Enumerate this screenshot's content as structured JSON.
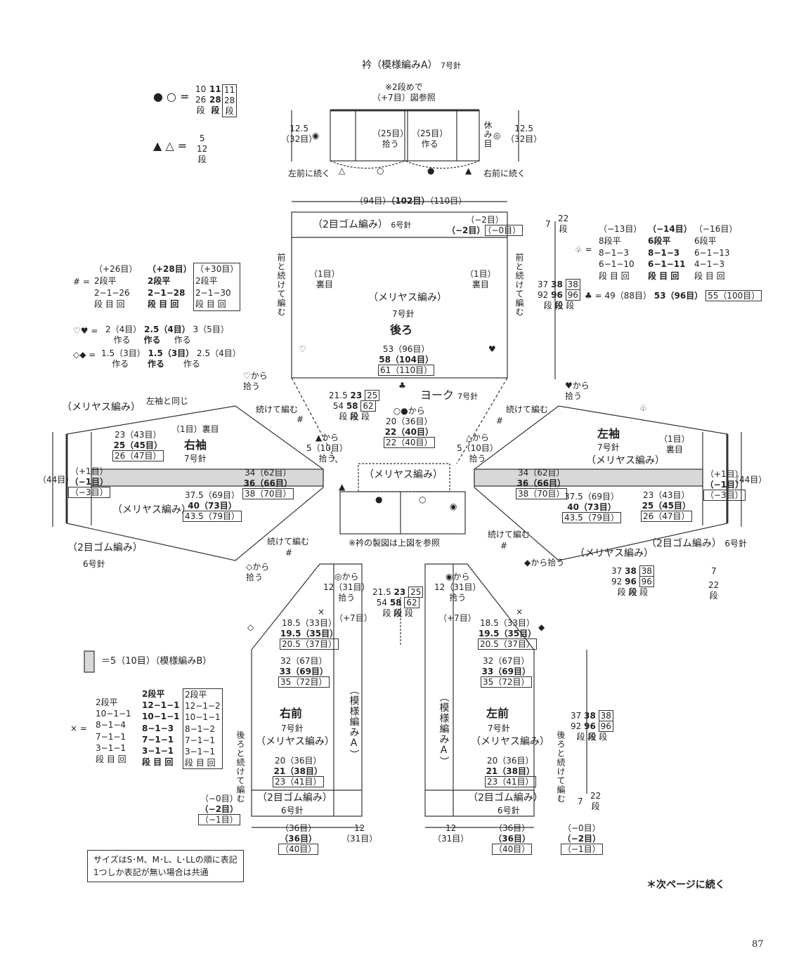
{
  "collar": {
    "title": "衿（模様編みA）",
    "needle": "7号針",
    "note_line1": "※2段めで",
    "note_line2": "（+7目）図参照",
    "left_w": "12.5",
    "left_st": "（32目）",
    "right_w": "12.5",
    "right_st": "（32目）",
    "pick_left_n": "（25目）",
    "pick_left_t": "拾う",
    "pick_right_n": "（25目）",
    "pick_right_t": "作る",
    "rest_label": "休み目",
    "cont_left": "左前に続く",
    "cont_right": "右前に続く"
  },
  "legend_circle": {
    "sym": "● ○ =",
    "c1a": "10",
    "c1b": "26",
    "c1c": "段",
    "c2a": "11",
    "c2b": "28",
    "c2c": "段",
    "c3a": "11",
    "c3b": "28",
    "c3c": "段"
  },
  "legend_triangle": {
    "sym": "▲ △ =",
    "a": "5",
    "b": "12",
    "c": "段"
  },
  "legend_hash": {
    "sym": "# =",
    "h1": "（+26目）",
    "h2": "（+28目）",
    "h3": "（+30目）",
    "r1a": "2段平",
    "r1b": "2段平",
    "r1c": "2段平",
    "r2a": "2−1−26",
    "r2b": "2−1−28",
    "r2c": "2−1−30",
    "r3a": "段 目 回",
    "r3b": "段 目 回",
    "r3c": "段 目 回"
  },
  "legend_heart": {
    "sym": "♡♥ =",
    "a": "2（4目）",
    "b": "2.5（4目）",
    "c": "3（5目）",
    "ta": "作る",
    "tb": "作る",
    "tc": "作る"
  },
  "legend_diamond": {
    "sym": "◇◆ =",
    "a": "1.5（3目）",
    "b": "1.5（3目）",
    "c": "2.5（4目）",
    "ta": "作る",
    "tb": "作る",
    "tc": "作る"
  },
  "legend_club_open": {
    "sym": "♧ =",
    "h1": "（−13目）",
    "h2": "（−14目）",
    "h3": "（−16目）",
    "r1a": "8段平",
    "r1b": "6段平",
    "r1c": "6段平",
    "r2a": "8−1−3",
    "r2b": "8−1−3",
    "r2c": "6−1−13",
    "r3a": "6−1−10",
    "r3b": "6−1−11",
    "r3c": "4−1−3",
    "r4a": "段 目 回",
    "r4b": "段 目 回",
    "r4c": "段 目 回"
  },
  "legend_club": {
    "sym": "♣ =",
    "a": "49（88目）",
    "b": "53（96目）",
    "c": "55（100目）"
  },
  "back": {
    "top": "（94目）",
    "top_b": "（102目）",
    "top_c": "（110目）",
    "rib": "（2目ゴム編み）",
    "rib_needle": "6号針",
    "dec_a": "（−2目）",
    "dec_b": "（−2目）",
    "dec_c": "（−0目）",
    "purl_l_n": "（1目）",
    "purl_l_t": "裏目",
    "purl_r_n": "（1目）",
    "purl_r_t": "裏目",
    "side_l": "前と続けて編む",
    "side_r": "前と続けて編む",
    "stitch": "（メリヤス編み）",
    "needle": "7号針",
    "name": "後ろ",
    "w_a": "53（96目）",
    "w_b": "58（104目）",
    "w_c": "61（110目）",
    "len_a": "7",
    "len_b": "22",
    "len_c": "段",
    "h_a1": "37",
    "h_a2": "92",
    "h_b1": "38",
    "h_b2": "96",
    "h_c1": "38",
    "h_c2": "96",
    "h_u": "段"
  },
  "yoke": {
    "name": "ヨーク",
    "needle": "7号針",
    "h_a1": "21.5",
    "h_a2": "54",
    "h_b1": "23",
    "h_b2": "58",
    "h_c1": "25",
    "h_c2": "62",
    "h_u": "段",
    "pick_from": "○●から",
    "pick_a": "20（36目）",
    "pick_b": "22（40目）",
    "pick_c": "22（40目）",
    "stitch": "（メリヤス編み）",
    "note": "※衿の製図は上図を参照",
    "tri_left": "▲から",
    "tri_left_n": "5（10目）",
    "tri_left_t": "拾う",
    "tri_right": "△から",
    "tri_right_n": "5（10目）",
    "tri_right_t": "拾う",
    "heart_open": "♡から拾う",
    "heart_fill": "♥から拾う",
    "cont1": "続けて編む",
    "cont2": "続けて編む",
    "cont3": "続けて編む",
    "cont4": "続けて編む",
    "hash": "#"
  },
  "right_sleeve": {
    "stitch_top": "（メリヤス編み）",
    "same": "左袖と同じ",
    "w_a": "23（43目）",
    "w_b": "25（45目）",
    "w_c": "26（47目）",
    "purl": "（1目）裏目",
    "name": "右袖",
    "needle": "7号針",
    "cuff_w": "（44目）",
    "cuff_a": "（+1目）",
    "cuff_b": "（−1目）",
    "cuff_c": "（−3目）",
    "mid_a": "34（62目）",
    "mid_b": "36（66目）",
    "mid_c": "38（70目）",
    "low_a": "37.5（69目）",
    "low_b": "40（73目）",
    "low_c": "43.5（79目）",
    "stitch_bot": "（メリヤス編み）",
    "rib": "（2目ゴム編み）",
    "rib_needle": "6号針",
    "diamond": "◇から拾う"
  },
  "left_sleeve": {
    "name": "左袖",
    "needle": "7号針",
    "stitch": "（メリヤス編み）",
    "purl_n": "（1目）",
    "purl_t": "裏目",
    "mid_a": "34（62目）",
    "mid_b": "36（66目）",
    "mid_c": "38（70目）",
    "low_a": "37.5（69目）",
    "low_b": "40（73目）",
    "low_c": "43.5（79目）",
    "w_a": "23（43目）",
    "w_b": "25（45目）",
    "w_c": "26（47目）",
    "cuff_w": "（44目）",
    "cuff_a": "（+1目）",
    "cuff_b": "（−1目）",
    "cuff_c": "（−3目）",
    "stitch_bot": "（メリヤス編み）",
    "rib": "（2目ゴム編み）",
    "rib_needle": "6号針",
    "diamond": "◆から拾う",
    "h_a1": "37",
    "h_a2": "92",
    "h_b1": "38",
    "h_b2": "96",
    "h_c1": "38",
    "h_c2": "96",
    "h_u": "段",
    "len_a": "7",
    "len_b": "22",
    "len_c": "段"
  },
  "legend_pattern": {
    "text": "＝5（10目）（模様編みB）"
  },
  "legend_x": {
    "sym": "× =",
    "r1a": "2段平",
    "r1b": "2段平",
    "r1c": "2段平",
    "r2a": "10−1−1",
    "r2b": "12−1−1",
    "r2c": "12−1−2",
    "r3a": "8−1−4",
    "r3b": "10−1−1",
    "r3c": "10−1−1",
    "r4a": "7−1−1",
    "r4b": "8−1−3",
    "r4c": "8−1−2",
    "r5a": "3−1−1",
    "r5b": "7−1−1",
    "r5c": "7−1−1",
    "r6a": "段 目 回",
    "r6b": "3−1−1",
    "r6c": "3−1−1",
    "r7b": "段 目 回",
    "r7c": "段 目 回"
  },
  "right_front": {
    "pick_from": "◎から",
    "pick_n": "12（31目）",
    "pick_t": "拾う",
    "plus": "（+7目）",
    "sh_a": "18.5（33目）",
    "sh_b": "19.5（35目）",
    "sh_c": "20.5（37目）",
    "w_a": "32（67目）",
    "w_b": "33（69目）",
    "w_c": "35（72目）",
    "name": "右前",
    "needle": "7号針",
    "stitch": "（メリヤス編み）",
    "band": "（模様編みA）",
    "side": "後ろと続けて編む",
    "b_a": "20（36目）",
    "b_b": "21（38目）",
    "b_c": "23（41目）",
    "rib": "（2目ゴム編み）",
    "rib_needle": "6号針",
    "dec_a": "（−0目）",
    "dec_b": "（−2目）",
    "dec_c": "（−1目）",
    "bw_a": "（36目）",
    "bw_b": "（36目）",
    "bw_c": "（40目）",
    "band_w": "12",
    "band_st": "（31目）",
    "h_a1": "21.5",
    "h_a2": "54",
    "h_b1": "23",
    "h_b2": "58",
    "h_c1": "25",
    "h_c2": "62",
    "h_u": "段"
  },
  "left_front": {
    "pick_from": "◉から",
    "pick_n": "12（31目）",
    "pick_t": "拾う",
    "plus": "（+7目）",
    "sh_a": "18.5（33目）",
    "sh_b": "19.5（35目）",
    "sh_c": "20.5（37目）",
    "w_a": "32（67目）",
    "w_b": "33（69目）",
    "w_c": "35（72目）",
    "name": "左前",
    "needle": "7号針",
    "stitch": "（メリヤス編み）",
    "band": "（模様編みA）",
    "side": "後ろと続けて編む",
    "b_a": "20（36目）",
    "b_b": "21（38目）",
    "b_c": "23（41目）",
    "rib": "（2目ゴム編み）",
    "rib_needle": "6号針",
    "dec_a": "（−0目）",
    "dec_b": "（−2目）",
    "dec_c": "（−1目）",
    "bw_a": "（36目）",
    "bw_b": "（36目）",
    "bw_c": "（40目）",
    "band_w": "12",
    "band_st": "（31目）",
    "h_a1": "37",
    "h_a2": "92",
    "h_b1": "38",
    "h_b2": "96",
    "h_c1": "38",
    "h_c2": "96",
    "h_u": "段",
    "len_a": "7",
    "len_b": "22",
    "len_c": "段"
  },
  "size_note": {
    "line1": "サイズはS･M、M･L、L･LLの順に表記",
    "line2": "1つしか表記が無い場合は共通"
  },
  "continued": "＊次ページに続く",
  "page_number": "87"
}
